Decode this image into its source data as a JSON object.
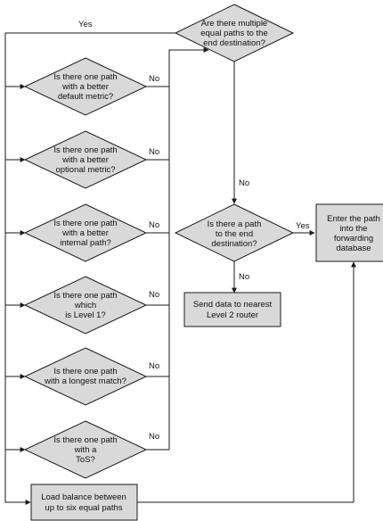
{
  "decisions": {
    "multiple_paths": [
      "Are there multiple",
      "equal paths to the",
      "end destination?"
    ],
    "default_metric": [
      "Is there one path",
      "with a better",
      "default metric?"
    ],
    "optional_metric": [
      "Is there one path",
      "with a better",
      "optional metric?"
    ],
    "internal_path": [
      "Is there one path",
      "with a better",
      "internal path?"
    ],
    "level1": [
      "Is there one path",
      "which",
      "is Level 1?"
    ],
    "longest_match": [
      "Is there one path",
      "with a longest match?"
    ],
    "tos": [
      "Is there one path",
      "with a",
      "ToS?"
    ],
    "path_to_dest": [
      "Is there a path",
      "to the end",
      "destination?"
    ]
  },
  "processes": {
    "enter_path": [
      "Enter the path",
      "into the",
      "forwarding",
      "database"
    ],
    "send_level2": [
      "Send data to nearest",
      "Level 2 router"
    ],
    "load_balance": [
      "Load balance between",
      "up to six equal paths"
    ]
  },
  "edge_labels": {
    "yes_top": "Yes",
    "no_default": "No",
    "no_optional": "No",
    "no_internal": "No",
    "no_level1": "No",
    "no_longest": "No",
    "no_tos": "No",
    "no_multiple": "No",
    "yes_path": "Yes",
    "no_path": "No"
  }
}
